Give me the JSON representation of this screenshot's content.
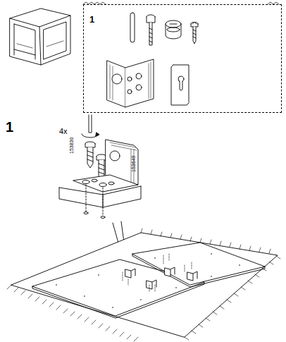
{
  "diagram": {
    "nodes": [
      {
        "text": [
          "1"
        ]
      }
    ],
    "labels": [
      "1",
      "4x",
      "153830",
      "153649"
    ]
  }
}
